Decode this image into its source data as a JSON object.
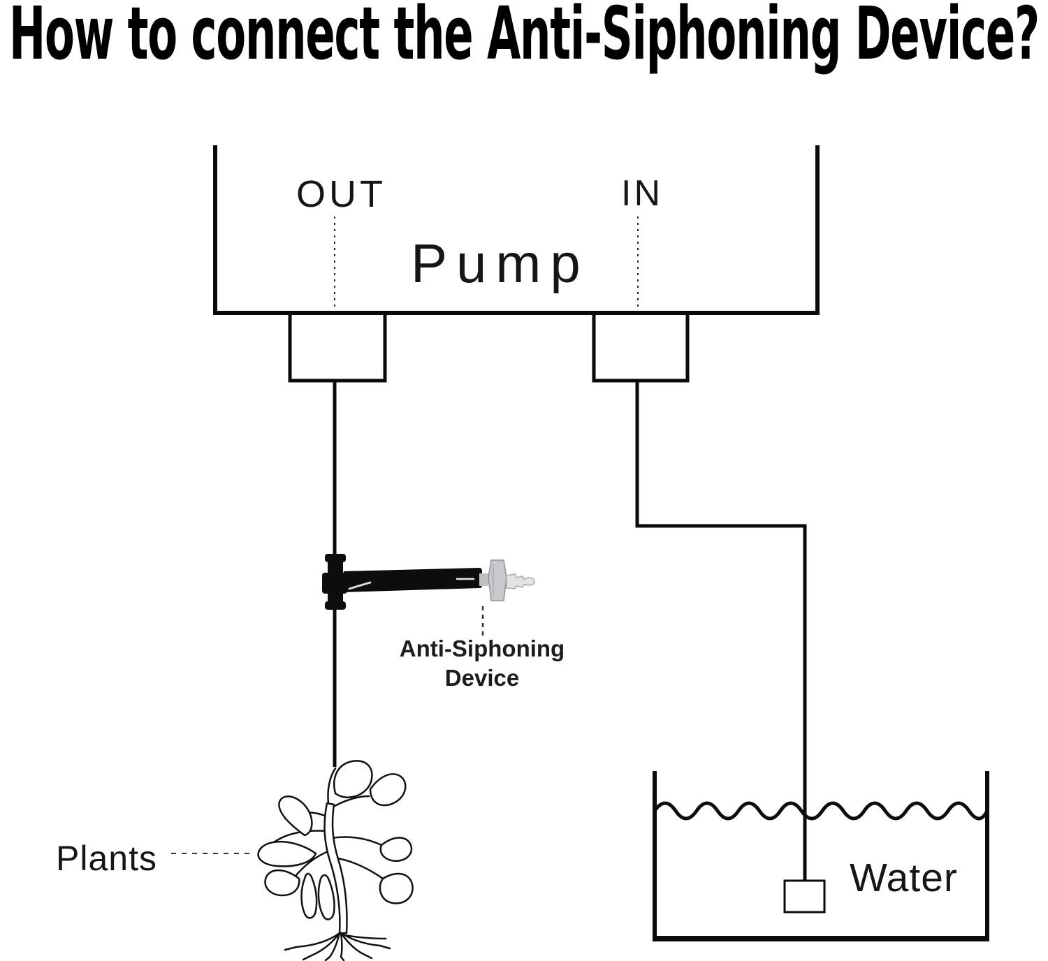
{
  "title": "How to connect the Anti-Siphoning Device?",
  "pump": {
    "label": "Pump",
    "out_label": "OUT",
    "in_label": "IN"
  },
  "device": {
    "label_line1": "Anti-Siphoning",
    "label_line2": "Device"
  },
  "plants": {
    "label": "Plants"
  },
  "water": {
    "label": "Water"
  },
  "colors": {
    "line": "#0b0b0b",
    "text": "#161616",
    "tube_black": "#0d0d0d",
    "valve_fill": "#c9c9ce",
    "valve_stroke": "#8f8f96",
    "nozzle_fill": "#e3e3e6"
  }
}
